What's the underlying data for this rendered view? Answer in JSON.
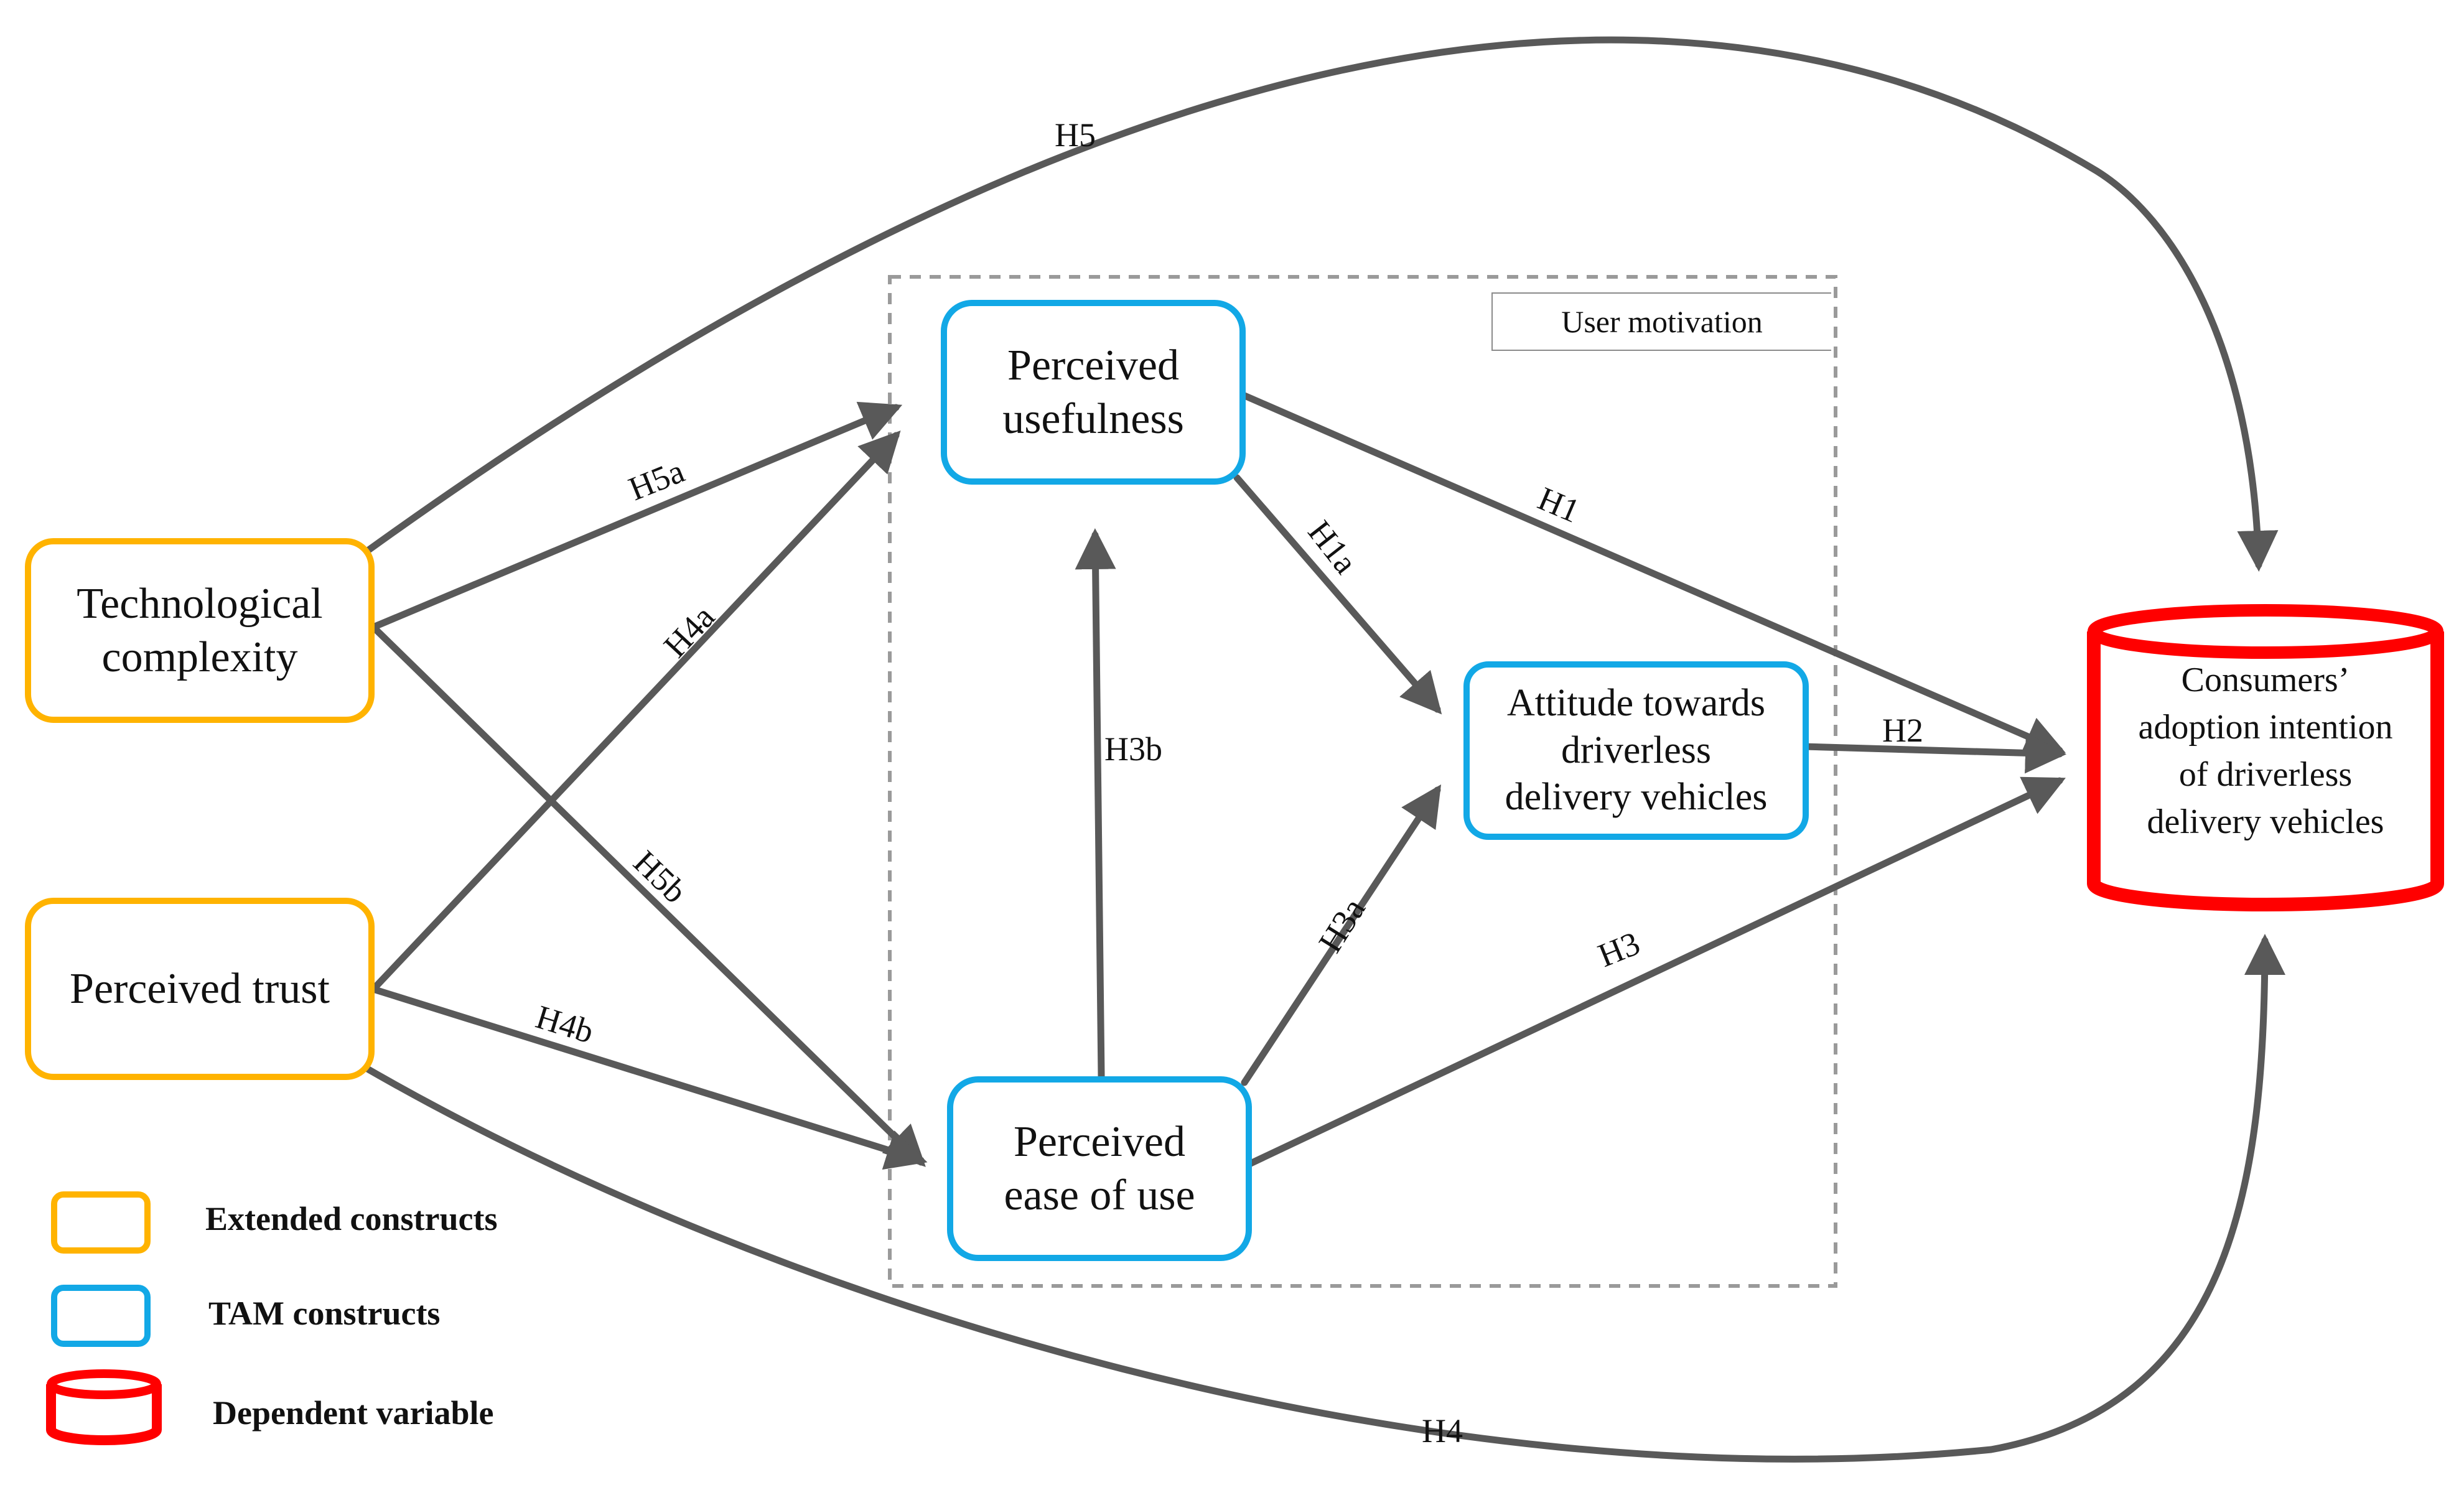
{
  "nodes": {
    "technological_complexity": "Technological\ncomplexity",
    "perceived_trust": "Perceived  trust",
    "perceived_usefulness": "Perceived\nusefulness",
    "perceived_ease_of_use": "Perceived\nease of use",
    "attitude": "Attitude towards\ndriverless\ndelivery vehicles",
    "adoption_intention": "Consumers’\nadoption intention\nof driverless\ndelivery vehicles"
  },
  "group": {
    "label": "User motivation"
  },
  "edges": {
    "h1": "H1",
    "h1a": "H1a",
    "h2": "H2",
    "h3": "H3",
    "h3a": "H3a",
    "h3b": "H3b",
    "h4": "H4",
    "h4a": "H4a",
    "h4b": "H4b",
    "h5": "H5",
    "h5a": "H5a",
    "h5b": "H5b"
  },
  "legend": {
    "extended": "Extended constructs",
    "tam": "TAM constructs",
    "dependent": "Dependent variable"
  },
  "colors": {
    "extended": "#FFB300",
    "tam": "#12A8E6",
    "dependent": "#FF0000",
    "arrow": "#595959",
    "group_border": "#9a9a9a"
  }
}
